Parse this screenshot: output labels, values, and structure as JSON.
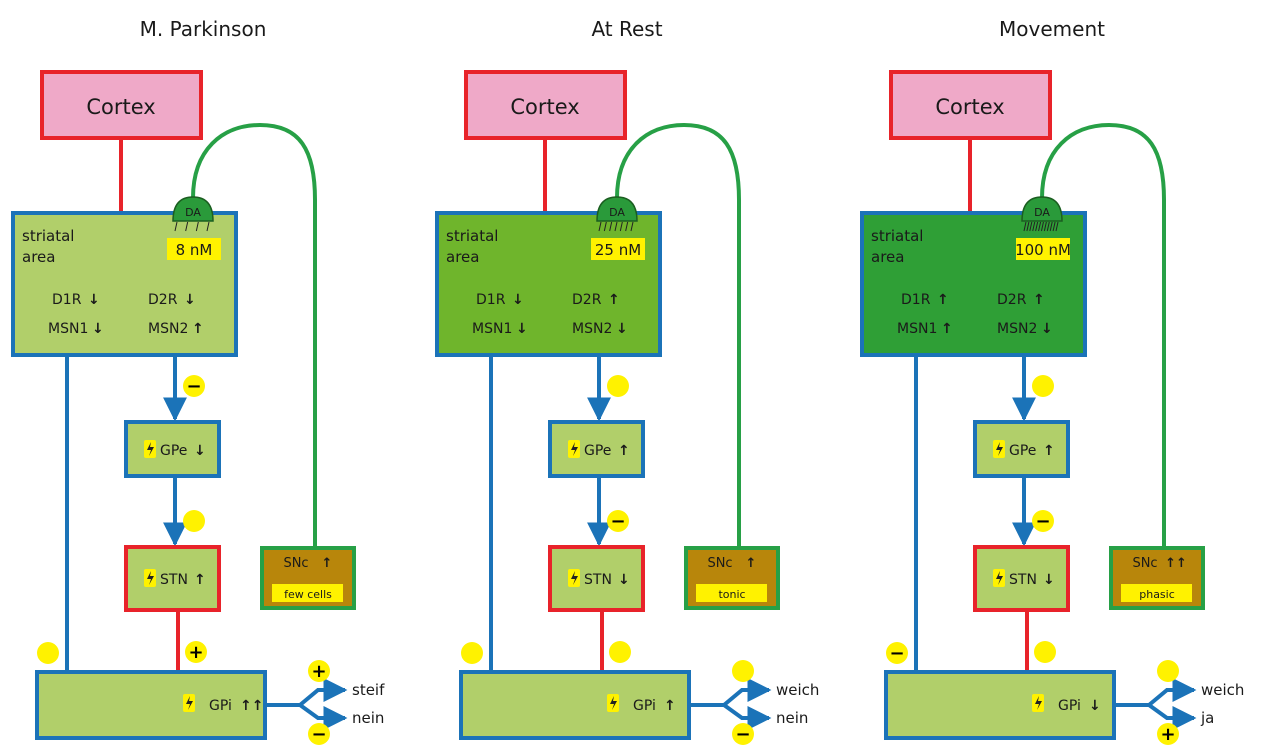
{
  "colors": {
    "red": "#e8232a",
    "blue": "#1b73b8",
    "green_line": "#27a046",
    "yellow": "#fff200",
    "cortex_fill": "#efa9c8",
    "box_fill": "#b1cf6a",
    "striatum_fill_parkinson": "#b1cf6a",
    "striatum_fill_rest": "#6fb52c",
    "striatum_fill_movement": "#2f9f36",
    "da_fill": "#2a9a3a",
    "snc_fill": "#b8860b"
  },
  "panels": [
    {
      "id": "parkinson",
      "title": "M. Parkinson",
      "cortex": "Cortex",
      "striatum": {
        "label_line1": "striatal",
        "label_line2": "area",
        "concentration": "8 nM"
      },
      "da": "DA",
      "d1r": "D1R",
      "d1r_arrow": "↓",
      "d2r": "D2R",
      "d2r_arrow": "↓",
      "msn1": "MSN1",
      "msn1_arrow": "↓",
      "msn2": "MSN2",
      "msn2_arrow": "↑",
      "sign_msn2_gpe": "−",
      "gpe": "GPe",
      "gpe_arrow": "↓",
      "sign_gpe_stn": "",
      "stn": "STN",
      "stn_arrow": "↑",
      "sign_stn_gpi": "+",
      "sign_msn1_gpi": "",
      "gpi": "GPi",
      "gpi_arrow": "↑↑",
      "snc": "SNc",
      "snc_arrow": "↑",
      "snc_mode": "few cells",
      "out_top_sign": "+",
      "out_top_label": "steif",
      "out_bottom_sign": "−",
      "out_bottom_label": "nein"
    },
    {
      "id": "rest",
      "title": "At Rest",
      "cortex": "Cortex",
      "striatum": {
        "label_line1": "striatal",
        "label_line2": "area",
        "concentration": "25 nM"
      },
      "da": "DA",
      "d1r": "D1R",
      "d1r_arrow": "↓",
      "d2r": "D2R",
      "d2r_arrow": "↑",
      "msn1": "MSN1",
      "msn1_arrow": "↓",
      "msn2": "MSN2",
      "msn2_arrow": "↓",
      "sign_msn2_gpe": "",
      "gpe": "GPe",
      "gpe_arrow": "↑",
      "sign_gpe_stn": "−",
      "stn": "STN",
      "stn_arrow": "↓",
      "sign_stn_gpi": "",
      "sign_msn1_gpi": "",
      "gpi": "GPi",
      "gpi_arrow": "↑",
      "snc": "SNc",
      "snc_arrow": "↑",
      "snc_mode": "tonic",
      "out_top_sign": "",
      "out_top_label": "weich",
      "out_bottom_sign": "−",
      "out_bottom_label": "nein"
    },
    {
      "id": "movement",
      "title": "Movement",
      "cortex": "Cortex",
      "striatum": {
        "label_line1": "striatal",
        "label_line2": "area",
        "concentration": "100 nM"
      },
      "da": "DA",
      "d1r": "D1R",
      "d1r_arrow": "↑",
      "d2r": "D2R",
      "d2r_arrow": "↑",
      "msn1": "MSN1",
      "msn1_arrow": "↑",
      "msn2": "MSN2",
      "msn2_arrow": "↓",
      "sign_msn2_gpe": "",
      "gpe": "GPe",
      "gpe_arrow": "↑",
      "sign_gpe_stn": "−",
      "stn": "STN",
      "stn_arrow": "↓",
      "sign_stn_gpi": "",
      "sign_msn1_gpi": "−",
      "gpi": "GPi",
      "gpi_arrow": "↓",
      "snc": "SNc",
      "snc_arrow": "↑↑",
      "snc_mode": "phasic",
      "out_top_sign": "",
      "out_top_label": "weich",
      "out_bottom_sign": "+",
      "out_bottom_label": "ja"
    }
  ]
}
